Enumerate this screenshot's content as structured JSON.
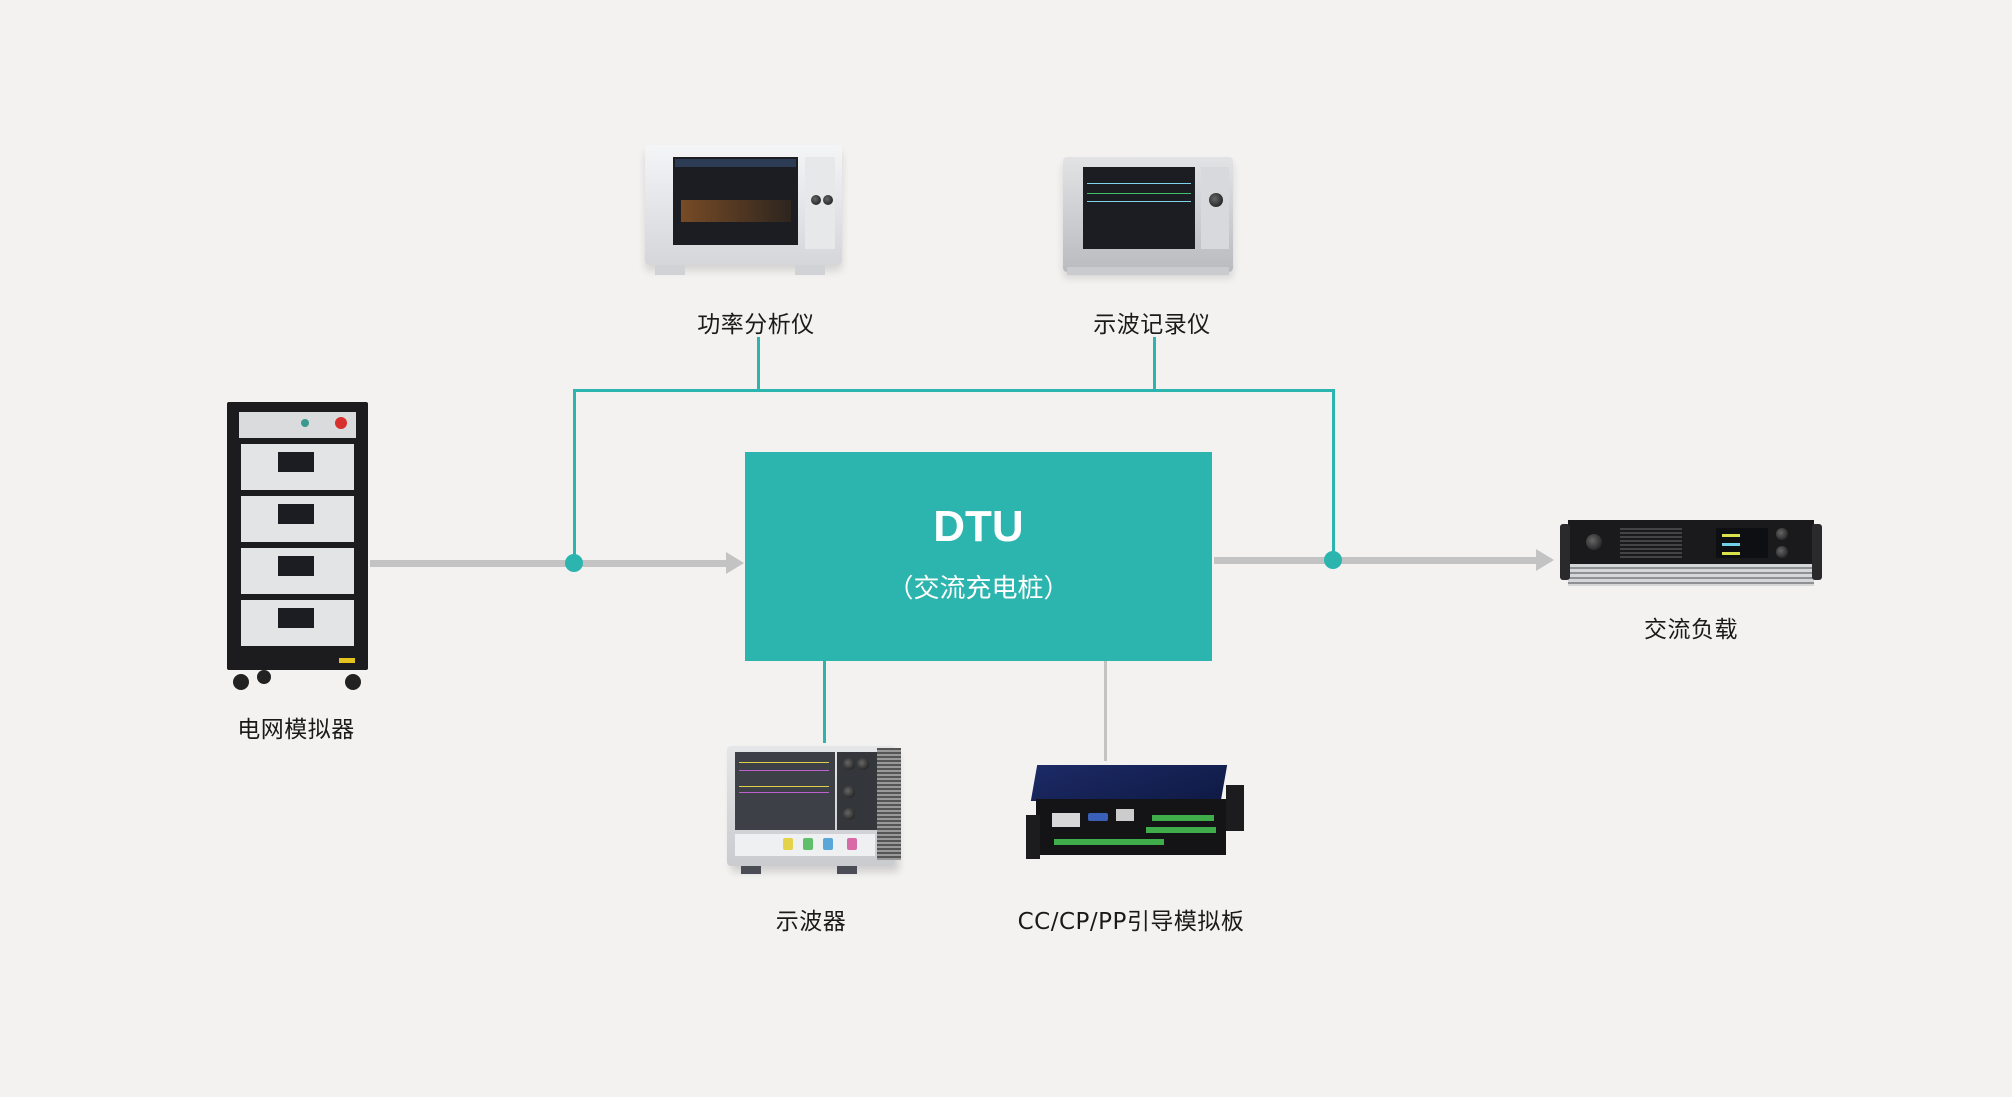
{
  "diagram": {
    "center": {
      "title": "DTU",
      "subtitle": "（交流充电桩）"
    },
    "devices": {
      "grid_simulator": {
        "label": "电网模拟器",
        "icon": "rack-cabinet-icon"
      },
      "power_analyzer": {
        "label": "功率分析仪",
        "icon": "power-analyzer-icon"
      },
      "waveform_recorder": {
        "label": "示波记录仪",
        "icon": "waveform-recorder-icon"
      },
      "ac_load": {
        "label": "交流负载",
        "icon": "ac-load-icon"
      },
      "oscilloscope": {
        "label": "示波器",
        "icon": "oscilloscope-icon"
      },
      "guide_board": {
        "label": "CC/CP/PP引导模拟板",
        "icon": "guide-board-icon"
      }
    },
    "colors": {
      "accent": "#2bb5ae",
      "power_flow": "#c3c3c3",
      "background": "#f3f2f0"
    },
    "connections": [
      {
        "from": "电网模拟器",
        "to": "DTU",
        "type": "power-arrow"
      },
      {
        "from": "DTU",
        "to": "交流负载",
        "type": "power-arrow"
      },
      {
        "from": "功率分析仪",
        "to": "measurement-bus",
        "type": "measurement"
      },
      {
        "from": "示波记录仪",
        "to": "measurement-bus",
        "type": "measurement"
      },
      {
        "from": "示波器",
        "to": "DTU",
        "type": "measurement"
      },
      {
        "from": "CC/CP/PP引导模拟板",
        "to": "DTU",
        "type": "signal"
      }
    ]
  }
}
